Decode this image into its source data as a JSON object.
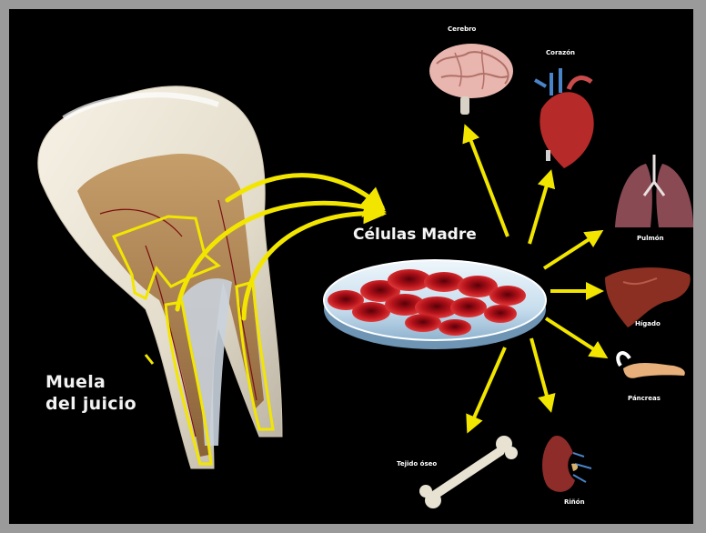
{
  "tooth": {
    "label_line1": "Muela",
    "label_line2": "del juicio"
  },
  "center": {
    "title": "Células Madre"
  },
  "organs": {
    "cerebro": "Cerebro",
    "corazon": "Corazón",
    "pulmon": "Pulmón",
    "higado": "Hígado",
    "pancreas": "Páncreas",
    "rinon": "Riñón",
    "tejido_oseo": "Tejido óseo"
  },
  "colors": {
    "background": "#000000",
    "frame": "#9a9a9a",
    "arrow": "#f2e600",
    "cell": "#c0141c",
    "dish": "#cfe3f0"
  }
}
